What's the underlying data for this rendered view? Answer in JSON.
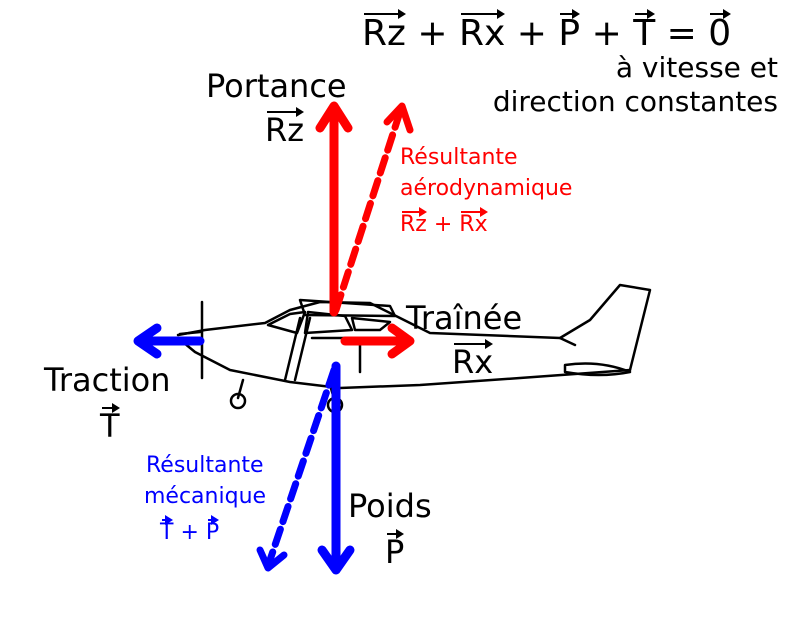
{
  "equation": {
    "rz": "Rz",
    "plus1": "+",
    "rx": "Rx",
    "plus2": "+",
    "p": "P",
    "plus3": "+",
    "t": "T",
    "equals": "=",
    "zero": "0"
  },
  "condition": {
    "line1": "à vitesse et",
    "line2": "direction constantes"
  },
  "forces": {
    "lift": {
      "name": "Portance",
      "symbol": "Rz",
      "color": "#ff0000"
    },
    "drag": {
      "name": "Traînée",
      "symbol": "Rx",
      "color": "#ff0000"
    },
    "thrust": {
      "name": "Traction",
      "symbol": "T",
      "color": "#0000ff"
    },
    "weight": {
      "name": "Poids",
      "symbol": "P",
      "color": "#0000ff"
    }
  },
  "resultants": {
    "aero": {
      "line1": "Résultante",
      "line2": "aérodynamique",
      "sym1": "Rz",
      "plus": "+",
      "sym2": "Rx",
      "color": "#ff0000"
    },
    "mech": {
      "line1": "Résultante",
      "line2": "mécanique",
      "sym1": "T",
      "plus": "+",
      "sym2": "P",
      "color": "#0000ff"
    }
  }
}
